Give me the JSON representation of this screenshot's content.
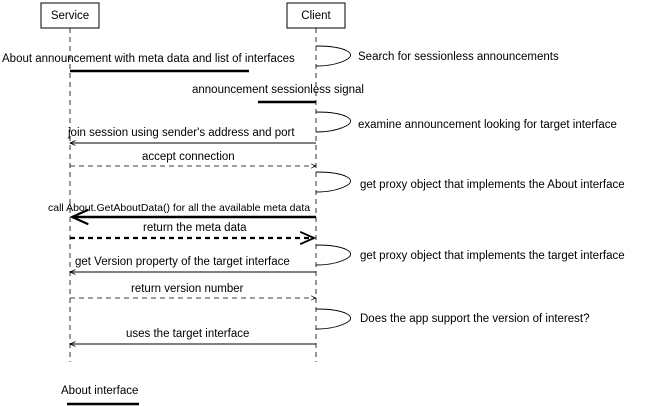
{
  "participants": {
    "service": "Service",
    "client": "Client"
  },
  "messages": [
    "About announcement with meta data and list of interfaces",
    "announcement sessionless signal",
    "join session using sender's address and port",
    "accept connection",
    "call About.GetAboutData() for all the available meta data",
    "return the meta data",
    "get Version property of the target interface",
    "return version number",
    "uses the target interface"
  ],
  "self_notes": [
    "Search for sessionless announcements",
    "examine announcement looking for target interface",
    "get proxy object that implements the About interface",
    "get proxy object that implements the target interface",
    "Does the app support the version of interest?"
  ],
  "legend": {
    "about_interface": "About interface"
  },
  "colors": {
    "line": "#000000",
    "background": "#ffffff"
  }
}
